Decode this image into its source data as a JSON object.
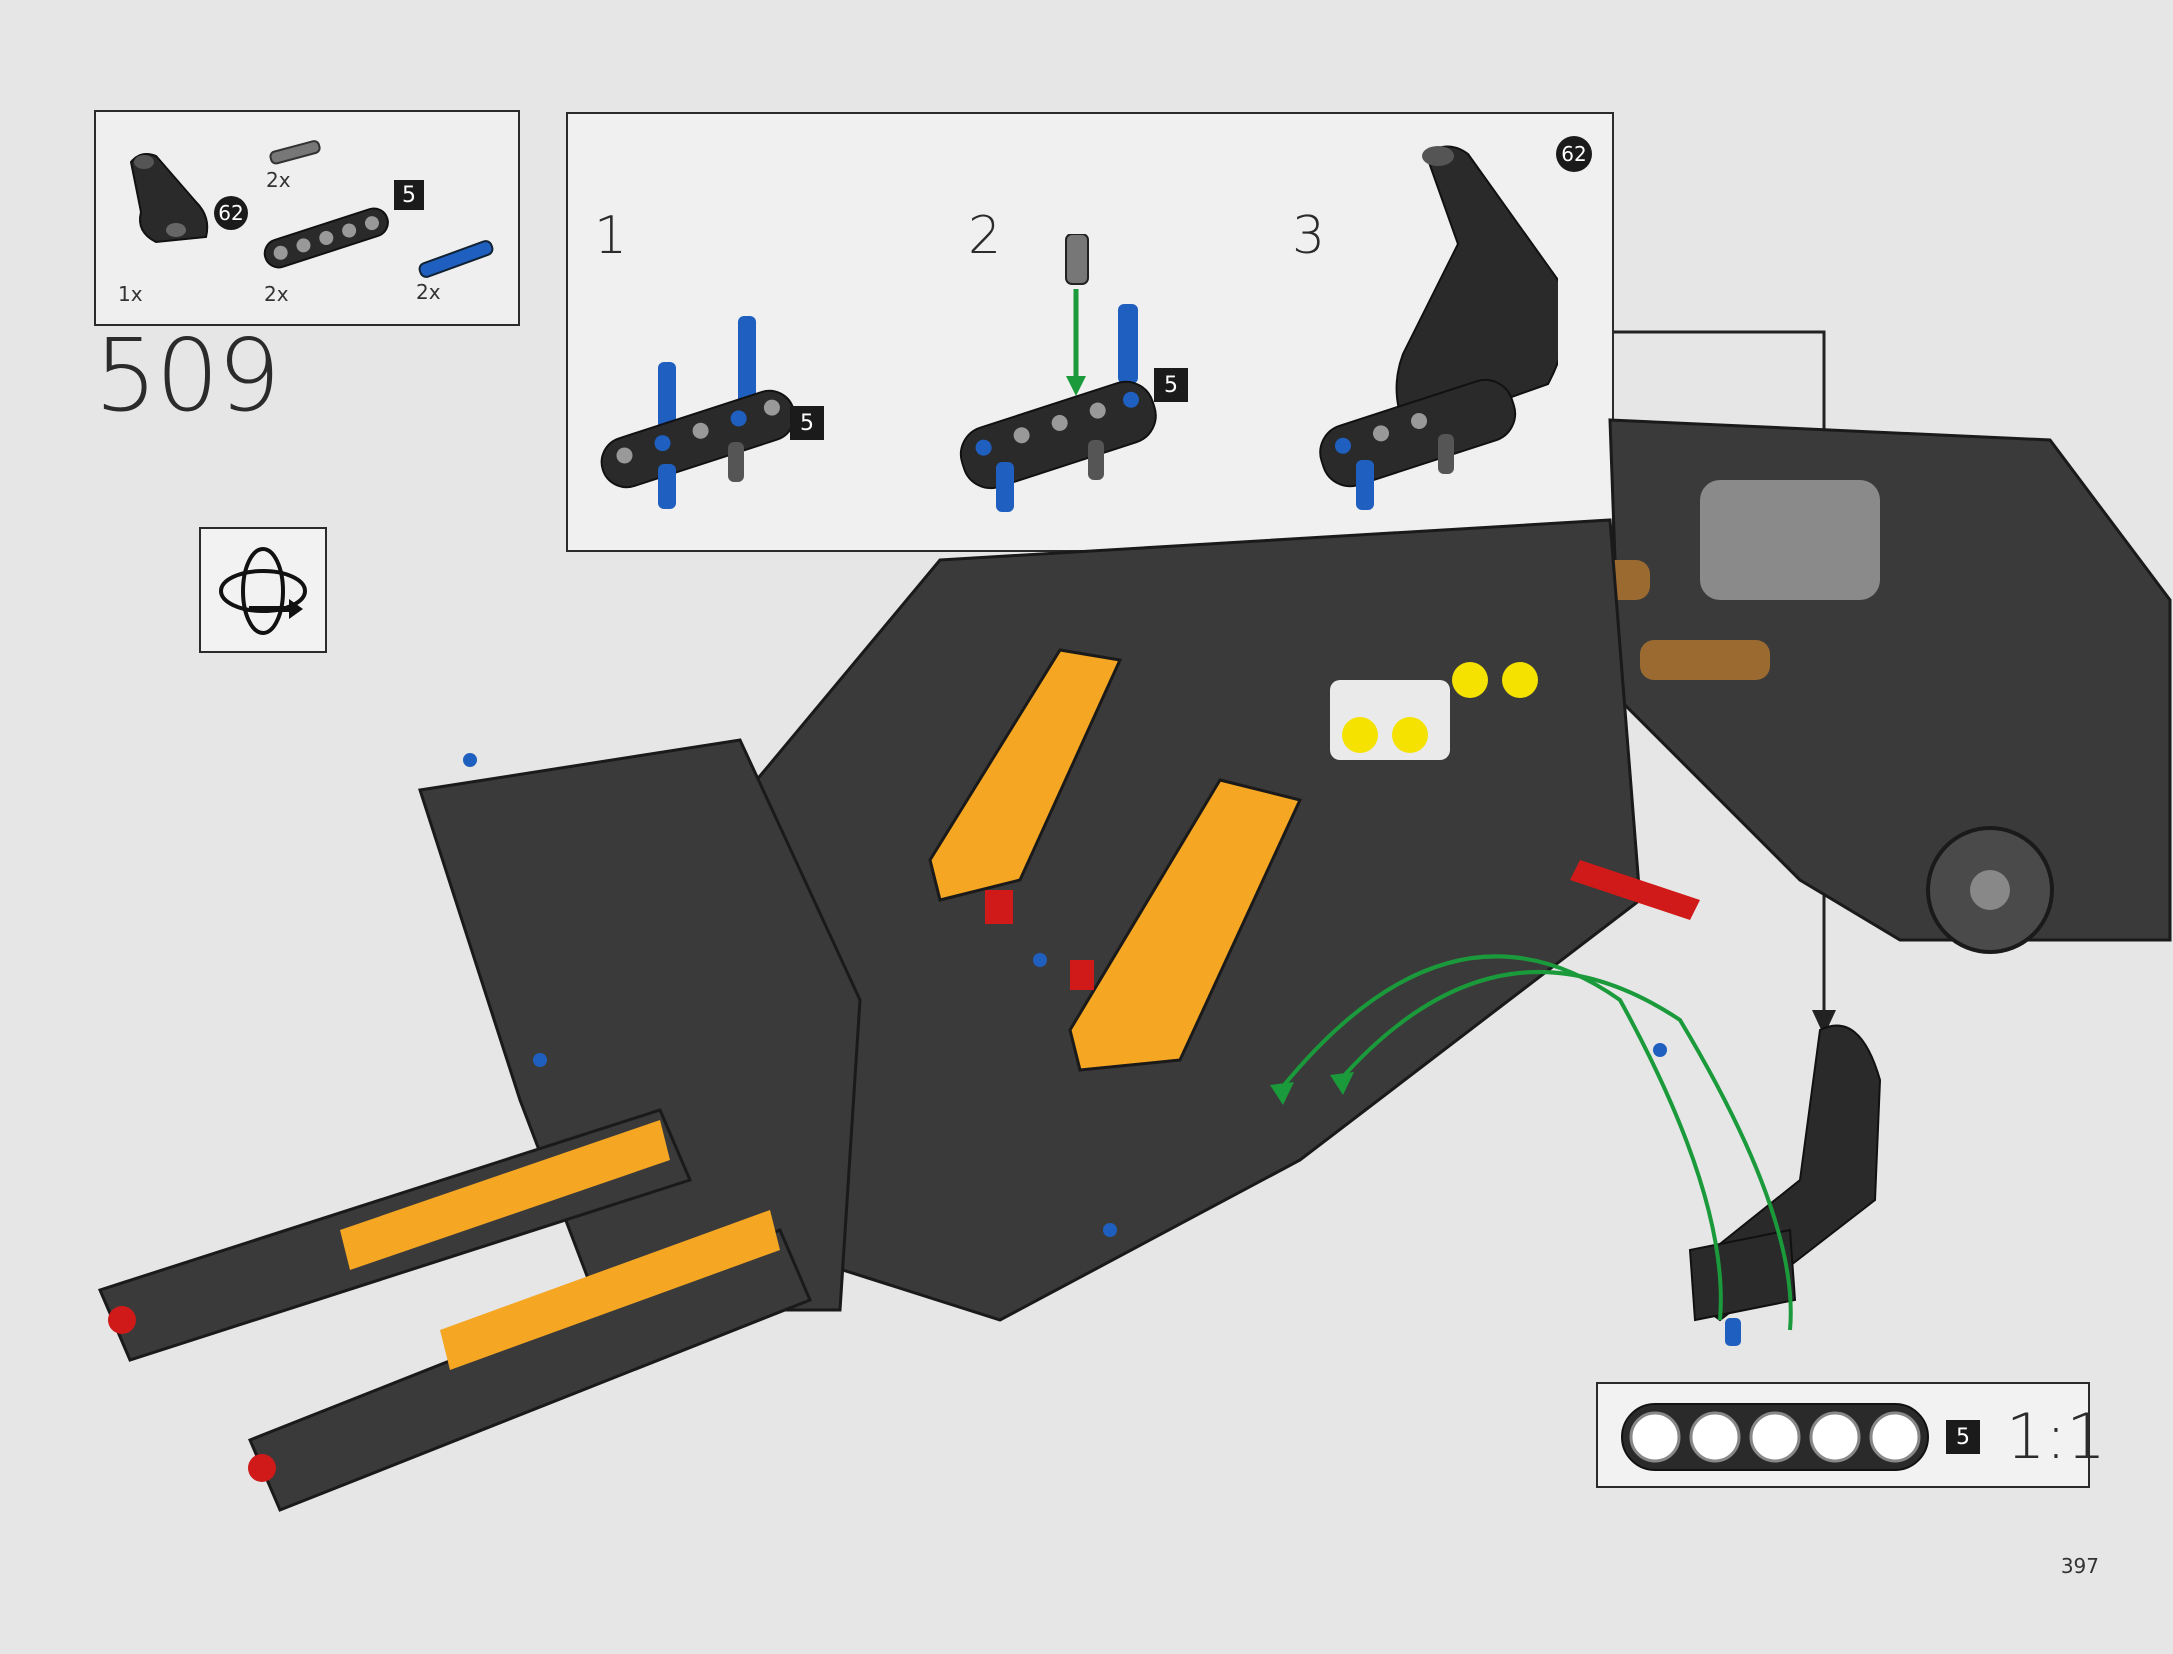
{
  "step": {
    "number": "509"
  },
  "parts_list": [
    {
      "part": "panel-fairing-62",
      "callout": "62",
      "qty": "1x"
    },
    {
      "part": "axle-pin-grey",
      "qty": "2x"
    },
    {
      "part": "beam-5",
      "callout": "5",
      "qty": "2x"
    },
    {
      "part": "axle-pin-blue",
      "qty": "2x"
    }
  ],
  "subassembly": {
    "substeps": [
      {
        "label": "1",
        "callout": "5"
      },
      {
        "label": "2",
        "callout": "5"
      },
      {
        "label": "3",
        "callout": "62"
      }
    ]
  },
  "rotate_icon": "rotate-model-icon",
  "scale_box": {
    "callout": "5",
    "scale": "1:1"
  },
  "page": {
    "number": "397"
  },
  "colors": {
    "background": "#e6e6e6",
    "part_dark": "#2a2a2a",
    "part_blue": "#1f5fbf",
    "part_orange": "#f5a623",
    "arrow_green": "#1a9a3a",
    "part_red": "#d01a1a"
  }
}
